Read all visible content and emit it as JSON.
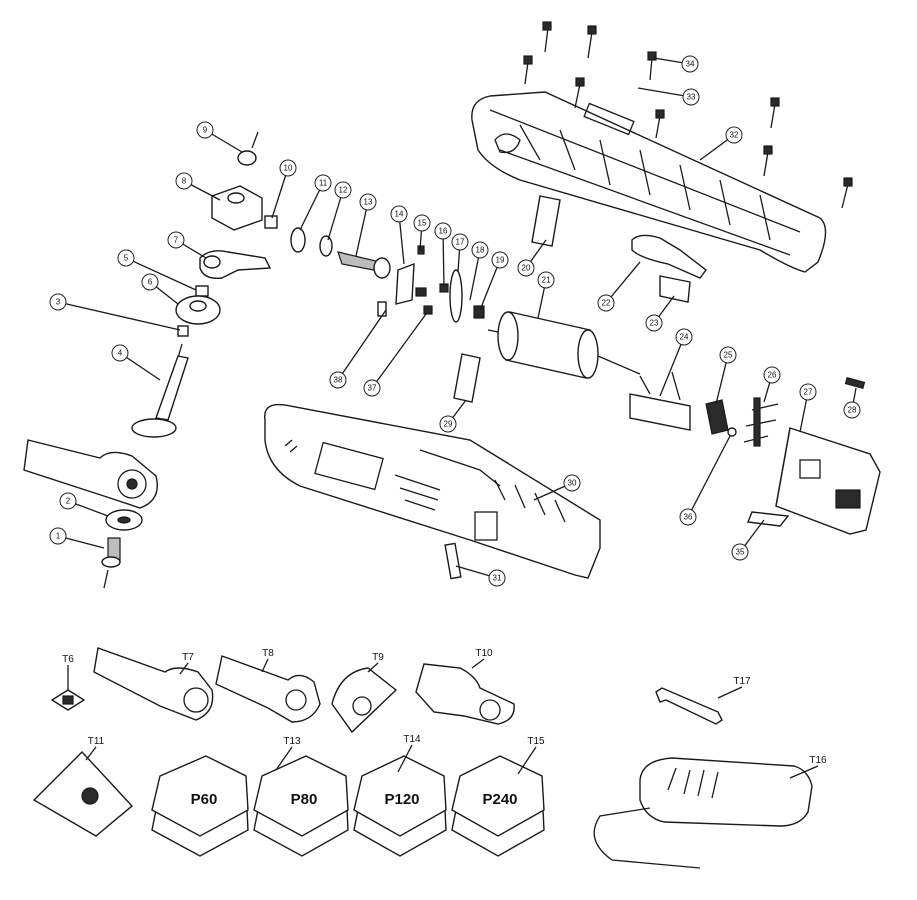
{
  "figure": {
    "part_numbers": [
      "1",
      "2",
      "3",
      "4",
      "5",
      "6",
      "7",
      "8",
      "9",
      "10",
      "11",
      "12",
      "13",
      "14",
      "15",
      "16",
      "17",
      "18",
      "19",
      "20",
      "21",
      "22",
      "23",
      "24",
      "25",
      "26",
      "27",
      "28",
      "29",
      "30",
      "31",
      "32",
      "33",
      "34",
      "35",
      "36",
      "37",
      "38"
    ],
    "accessory_labels": [
      "T6",
      "T7",
      "T8",
      "T9",
      "T10",
      "T11",
      "T13",
      "T14",
      "T15",
      "T16",
      "T17"
    ],
    "pad_grits": [
      "P60",
      "P80",
      "P120",
      "P240"
    ]
  }
}
